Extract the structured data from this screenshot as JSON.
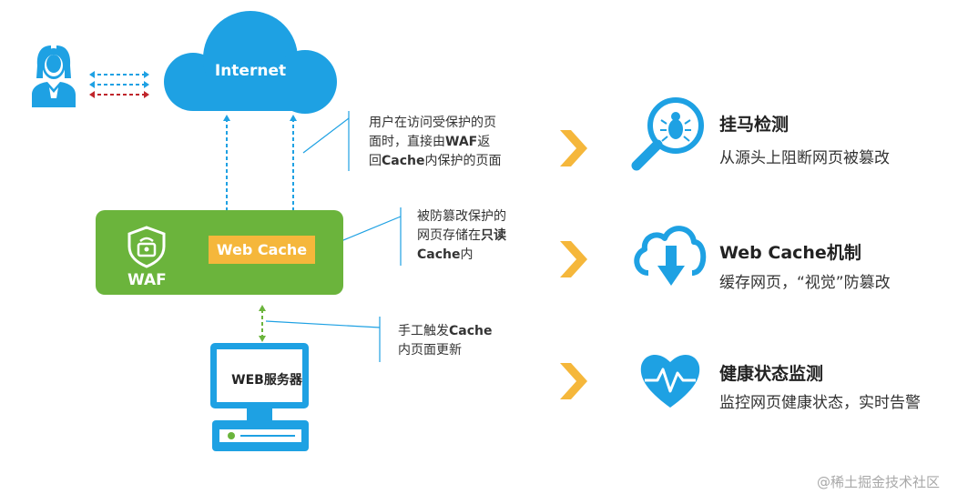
{
  "internet": {
    "label": "Internet"
  },
  "waf": {
    "label": "WAF",
    "cache_label": "Web Cache"
  },
  "server": {
    "label": "WEB服务器"
  },
  "notes": {
    "top": {
      "line1": "用户在访问受保护的页",
      "line2_a": "面时，直接由",
      "line2_b": "WAF",
      "line2_c": "返",
      "line3_a": "回",
      "line3_b": "Cache",
      "line3_c": "内保护的页面"
    },
    "mid": {
      "line1": "被防篡改保护的",
      "line2_a": "网页存储在",
      "line2_b": "只读",
      "line3_a": "Cache",
      "line3_b": "内"
    },
    "bottom": {
      "line1_a": "手工触发",
      "line1_b": "Cache",
      "line2": "内页面更新"
    }
  },
  "features": [
    {
      "icon": "bug-search-icon",
      "title": "挂马检测",
      "subtitle": "从源头上阻断网页被篡改"
    },
    {
      "icon": "cloud-download-icon",
      "title": "Web Cache机制",
      "subtitle": "缓存网页，“视觉”防篡改"
    },
    {
      "icon": "heart-pulse-icon",
      "title": "健康状态监测",
      "subtitle": "监控网页健康状态，实时告警"
    }
  ],
  "watermark": "@稀土掘金技术社区",
  "colors": {
    "blue": "#1ea1e3",
    "green": "#6bb43c",
    "orange": "#f5b73b",
    "red": "#c0252a"
  }
}
